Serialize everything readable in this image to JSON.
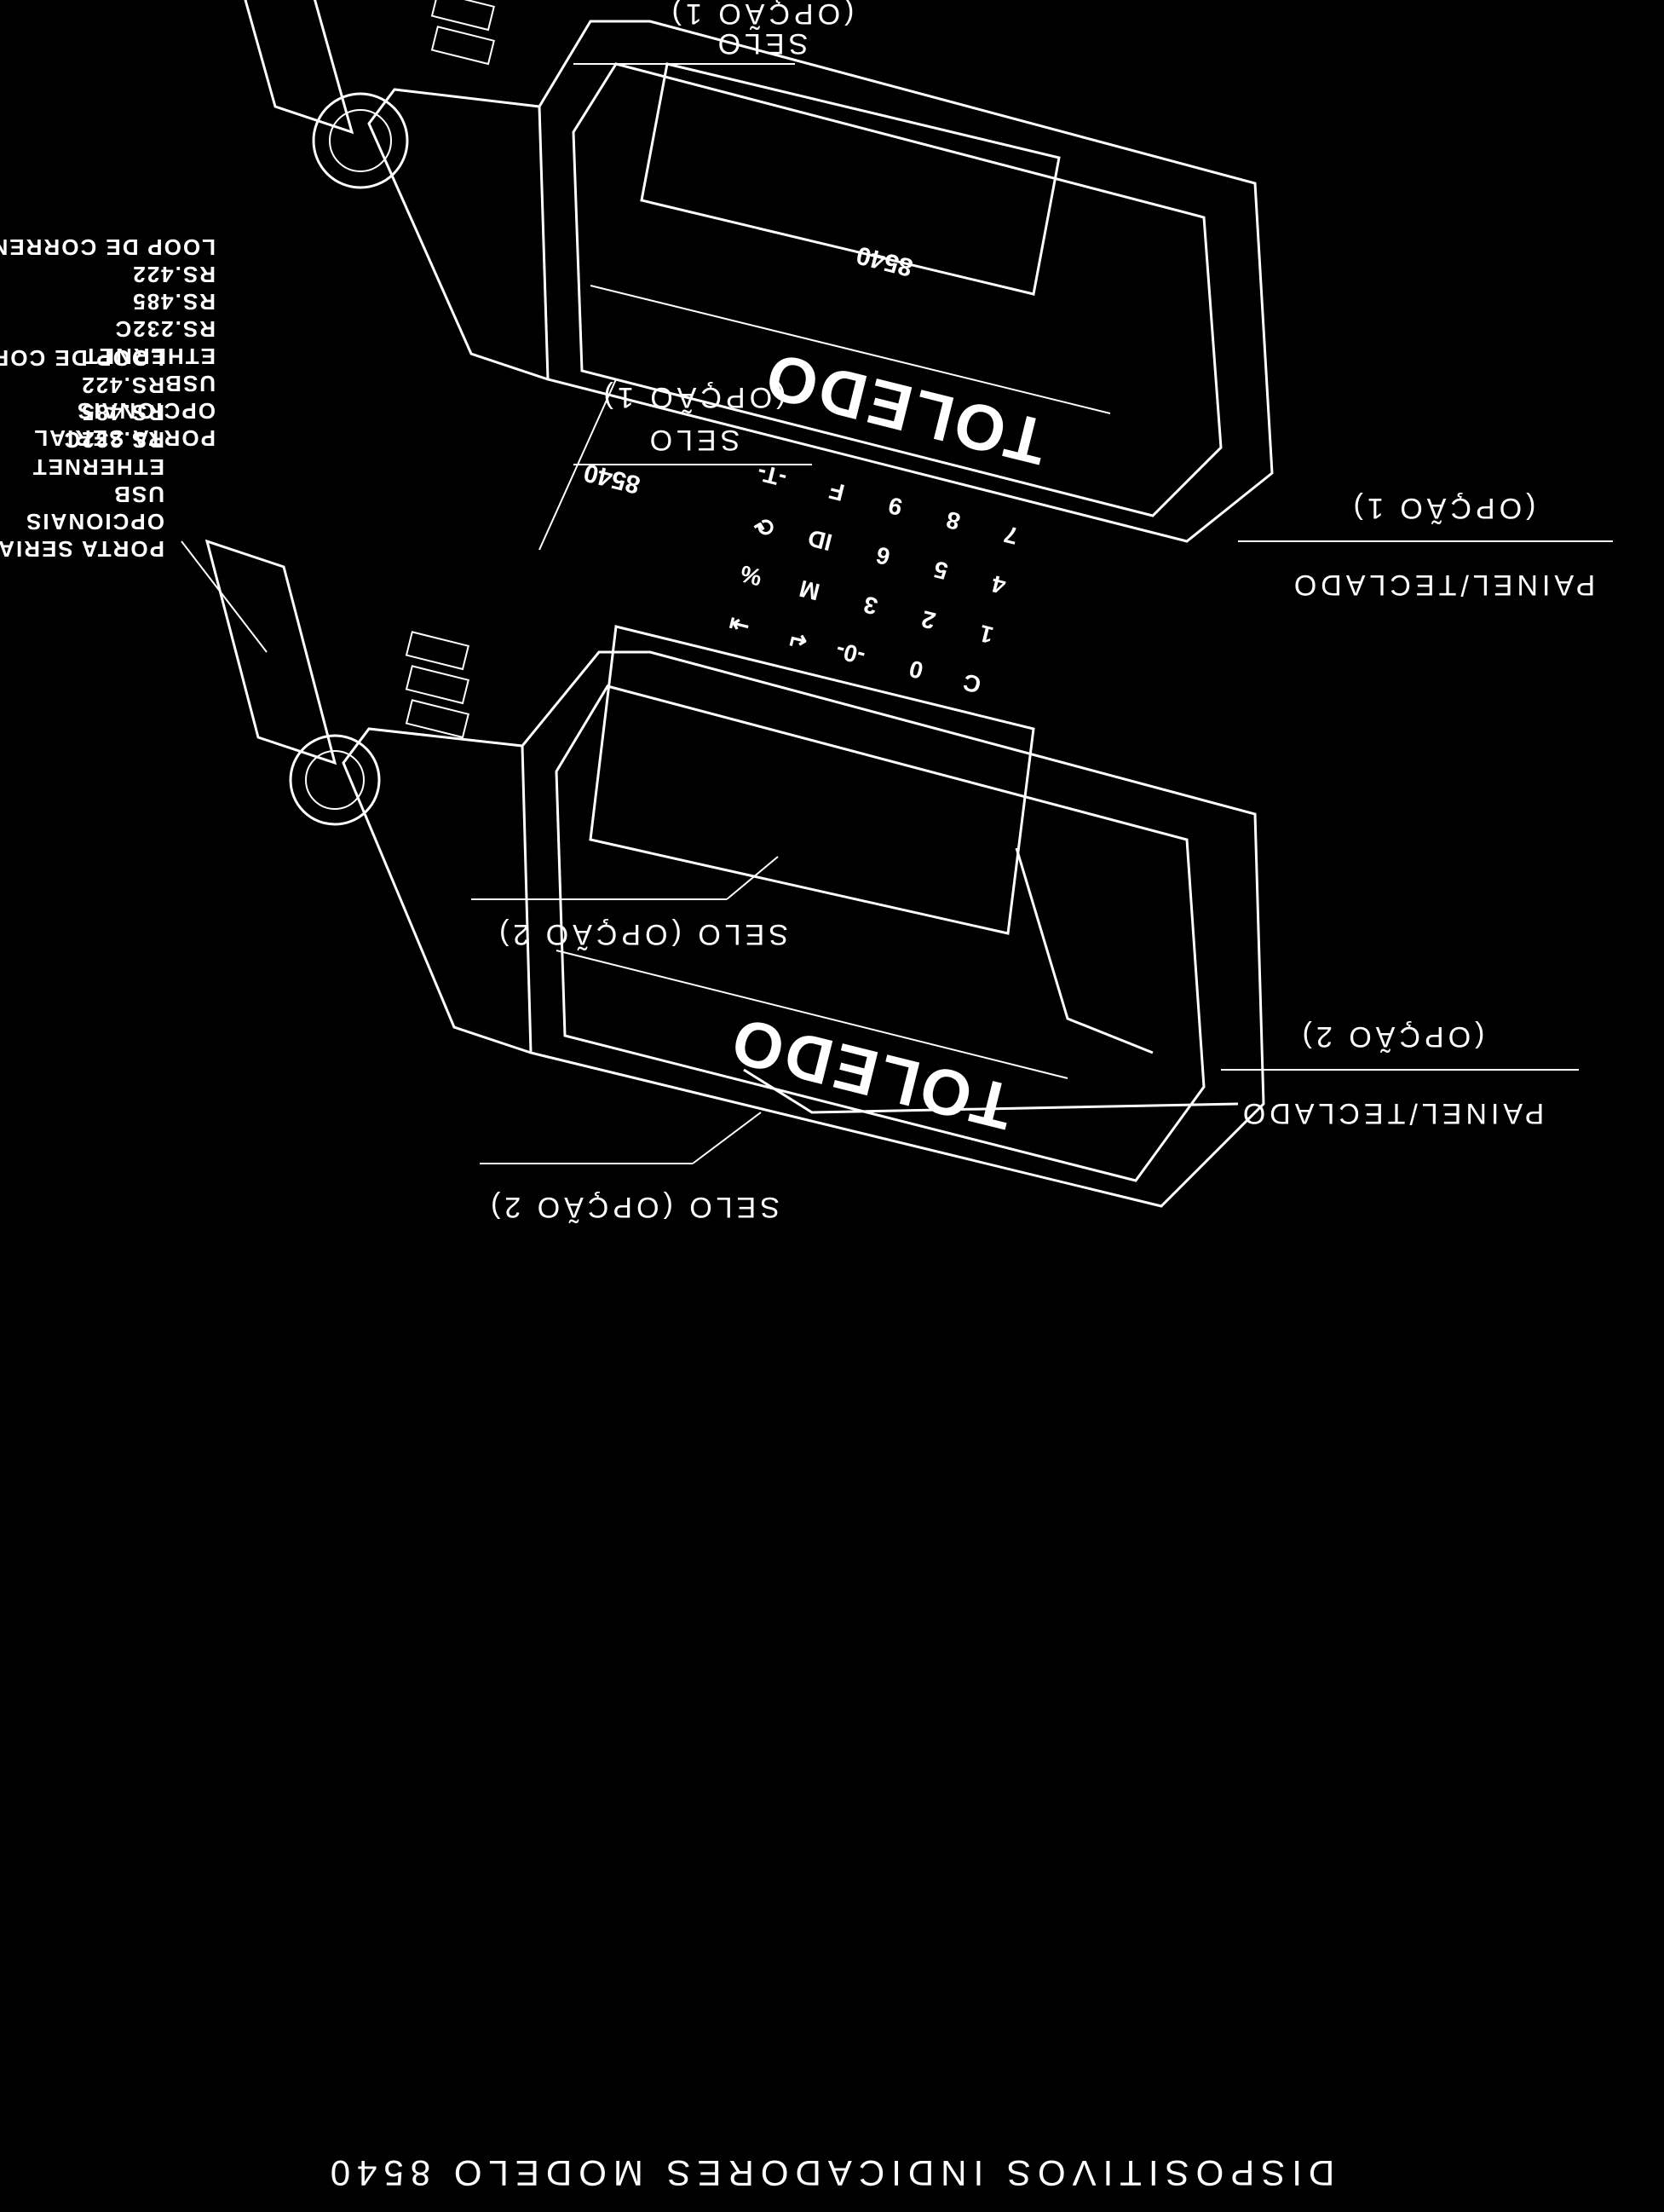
{
  "caption": "DISPOSITIVOS INDICADORES MODELO 8540",
  "brand": "TOLEDO",
  "views": [
    {
      "model": "8540",
      "seal_top": {
        "title": "SELO",
        "option": "(OPÇÃO 1)"
      },
      "seal_bottom": {
        "label": "SELO (OPÇÃO 2)"
      },
      "panel": {
        "title": "PAINEL/TECLADO",
        "option": "(OPÇÃO 1)"
      },
      "serial_ports": [
        "PORTA SERIAL",
        "OPCIONAIS",
        "USB",
        "ETHERNET",
        "RS.232C",
        "RS.485",
        "RS.422",
        "LOOP DE CORRENTE"
      ]
    },
    {
      "model": "8540",
      "seal_top": {
        "title": "SELO",
        "option": "(OPÇÃO 1)"
      },
      "seal_bottom": {
        "label": "SELO (OPÇÃO 2)"
      },
      "panel": {
        "title": "PAINEL/TECLADO",
        "option": "(OPÇÃO 2)"
      },
      "serial_ports": [
        "PORTA SERIAL",
        "OPCIONAIS",
        "USB",
        "ETHERNET",
        "RS.232C",
        "RS.485",
        "RS.422",
        "LOOP DE CORRENTE"
      ]
    }
  ],
  "keypad": [
    [
      "C",
      "0",
      "-0-",
      "↵",
      "⇥"
    ],
    [
      "1",
      "2",
      "3",
      "M",
      "%"
    ],
    [
      "4",
      "5",
      "6",
      "ID",
      "⟳"
    ],
    [
      "7",
      "8",
      "9",
      "F",
      "-T-"
    ]
  ]
}
